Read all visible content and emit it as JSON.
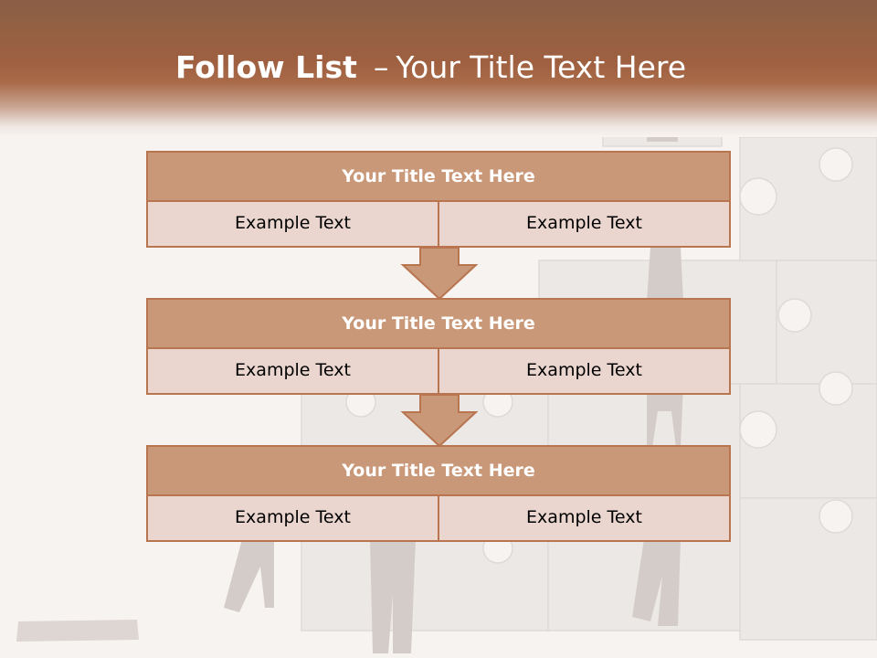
{
  "slide": {
    "title_bold": "Follow List",
    "title_dash": "–",
    "title_rest": "Your Title Text Here"
  },
  "blocks": [
    {
      "title": "Your Title Text Here",
      "left": "Example Text",
      "right": "Example Text"
    },
    {
      "title": "Your Title Text Here",
      "left": "Example Text",
      "right": "Example Text"
    },
    {
      "title": "Your Title Text Here",
      "left": "Example Text",
      "right": "Example Text"
    }
  ],
  "colors": {
    "header": "#9e6040",
    "box_header": "#c99878",
    "box_cell": "#ead6cf",
    "border": "#b87550",
    "arrow": "#c99878"
  },
  "icons": [
    "puzzle-background",
    "down-arrow-icon"
  ]
}
